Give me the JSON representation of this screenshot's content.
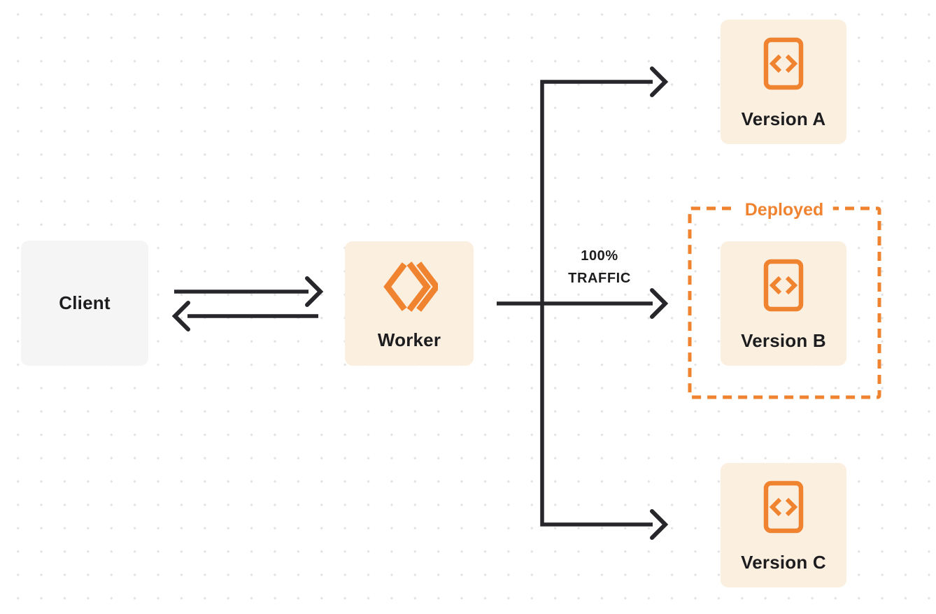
{
  "diagram": {
    "title": "worker-versions-traffic-routing",
    "nodes": {
      "client": {
        "label": "Client"
      },
      "worker": {
        "label": "Worker"
      },
      "version_a": {
        "label": "Version A"
      },
      "version_b": {
        "label": "Version B"
      },
      "version_c": {
        "label": "Version C"
      }
    },
    "group": {
      "label": "Deployed",
      "contains": "version_b"
    },
    "edge_label": {
      "line1": "100%",
      "line2": "TRAFFIC"
    },
    "edges": [
      {
        "from": "client",
        "to": "worker",
        "style": "arrow-right"
      },
      {
        "from": "worker",
        "to": "client",
        "style": "arrow-left"
      },
      {
        "from": "worker",
        "to": "version_a",
        "style": "arrow"
      },
      {
        "from": "worker",
        "to": "version_b",
        "style": "arrow",
        "label": "100% TRAFFIC"
      },
      {
        "from": "worker",
        "to": "version_c",
        "style": "arrow"
      }
    ],
    "icons": {
      "worker": "cloudflare-workers-chevrons-icon",
      "versions": "code-file-icon"
    },
    "colors": {
      "accent_orange": "#EF8330",
      "node_fill": "#FBF0E0",
      "client_fill": "#F5F5F6",
      "line_dark": "#27272B",
      "text_dark": "#1D1D20",
      "dot_grid": "#E3E3E6",
      "background": "#FFFFFF"
    }
  }
}
